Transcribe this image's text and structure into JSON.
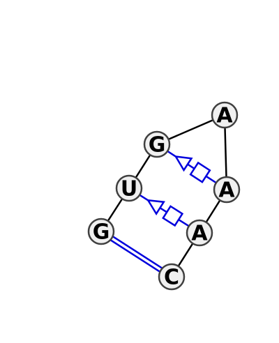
{
  "nucleotides": [
    {
      "id": "n1",
      "letter": "G"
    },
    {
      "id": "n2",
      "letter": "U"
    },
    {
      "id": "n3",
      "letter": "G"
    },
    {
      "id": "n4",
      "letter": "A"
    },
    {
      "id": "n5",
      "letter": "A"
    },
    {
      "id": "n6",
      "letter": "A"
    },
    {
      "id": "n7",
      "letter": "C"
    }
  ],
  "backbone": [
    [
      "n1",
      "n2"
    ],
    [
      "n2",
      "n3"
    ],
    [
      "n7",
      "n4"
    ],
    [
      "n4",
      "n5"
    ],
    [
      "n5",
      "n6"
    ],
    [
      "n6",
      "n1"
    ]
  ],
  "pairs": [
    {
      "from": "n3",
      "to": "n7",
      "type": "canonical"
    },
    {
      "from": "n2",
      "to": "n4",
      "type": "noncanonical"
    },
    {
      "from": "n1",
      "to": "n5",
      "type": "noncanonical"
    }
  ],
  "colors": {
    "backbone": "#000000",
    "pair": "#0000dd",
    "node_fill": "#f0f0f0",
    "node_stroke": "#404040"
  }
}
